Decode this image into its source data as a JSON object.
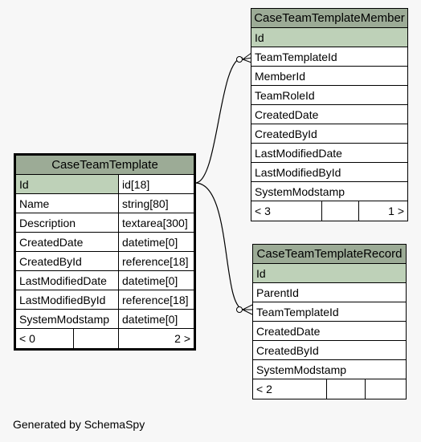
{
  "tables": {
    "member": {
      "title": "CaseTeamTemplateMember",
      "pk": "Id",
      "columns": [
        "TeamTemplateId",
        "MemberId",
        "TeamRoleId",
        "CreatedDate",
        "CreatedById",
        "LastModifiedDate",
        "LastModifiedById",
        "SystemModstamp"
      ],
      "footer_left": "< 3",
      "footer_right": "1 >"
    },
    "template": {
      "title": "CaseTeamTemplate",
      "pk_name": "Id",
      "pk_type": "id[18]",
      "columns": [
        {
          "name": "Name",
          "type": "string[80]"
        },
        {
          "name": "Description",
          "type": "textarea[300]"
        },
        {
          "name": "CreatedDate",
          "type": "datetime[0]"
        },
        {
          "name": "CreatedById",
          "type": "reference[18]"
        },
        {
          "name": "LastModifiedDate",
          "type": "datetime[0]"
        },
        {
          "name": "LastModifiedById",
          "type": "reference[18]"
        },
        {
          "name": "SystemModstamp",
          "type": "datetime[0]"
        }
      ],
      "footer_left": "< 0",
      "footer_right": "2 >"
    },
    "record": {
      "title": "CaseTeamTemplateRecord",
      "pk": "Id",
      "columns": [
        "ParentId",
        "TeamTemplateId",
        "CreatedDate",
        "CreatedById",
        "SystemModstamp"
      ],
      "footer_left": "< 2"
    }
  },
  "footer": "Generated by SchemaSpy"
}
